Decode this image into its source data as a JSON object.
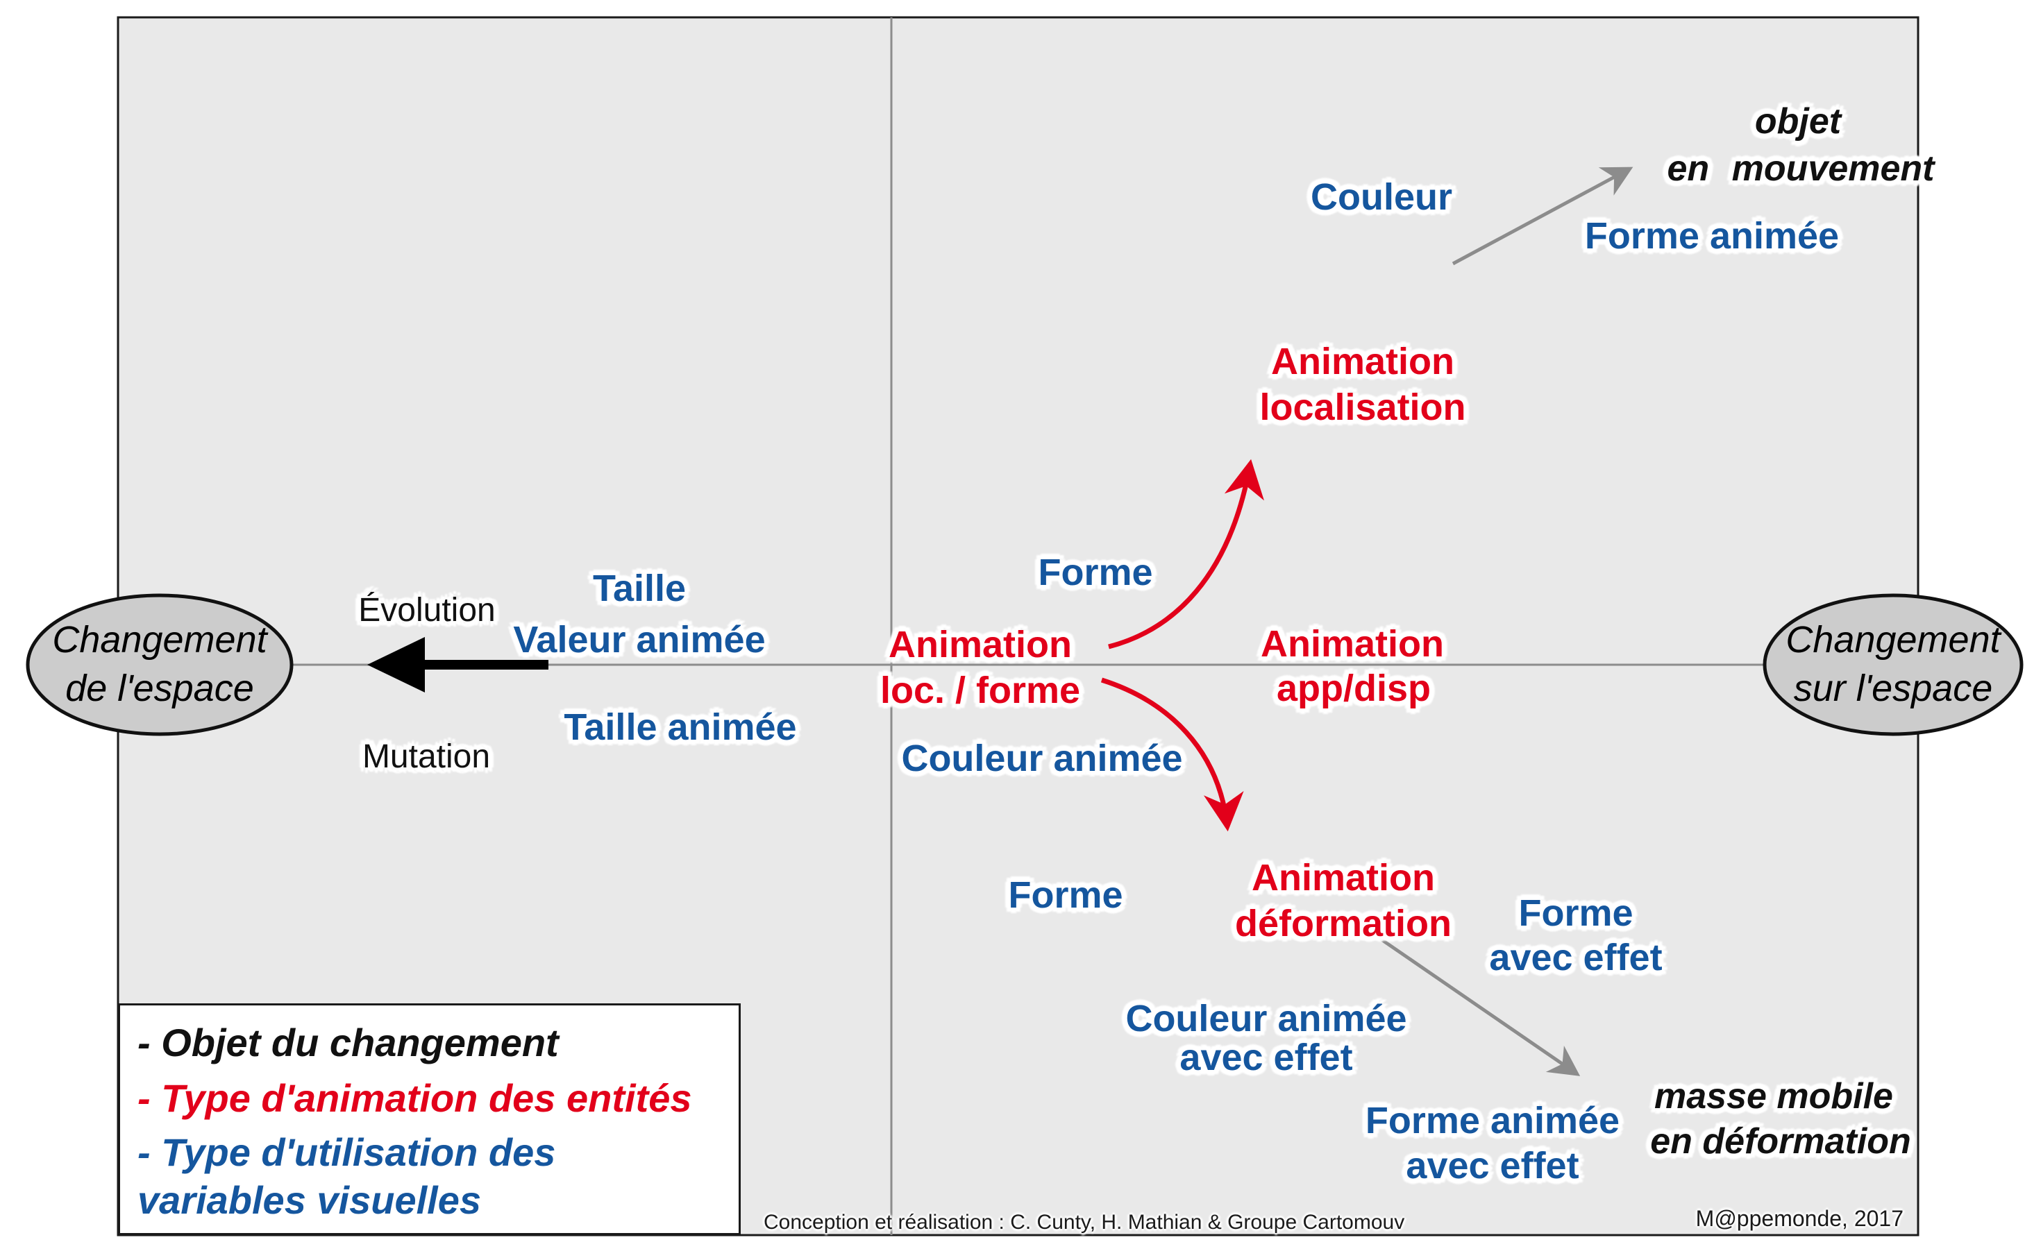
{
  "colors": {
    "red": "#e2001a",
    "blue": "#15569e",
    "ink": "#111111",
    "gray": "#8c8c8c",
    "frame_bg": "#e9e9e9",
    "node_fill": "#cccccc",
    "node_stroke": "#111111",
    "legend_bg": "#ffffff"
  },
  "nodes": {
    "left": {
      "line1": "Changement",
      "line2": "de l'espace"
    },
    "right": {
      "line1": "Changement",
      "line2": "sur l'espace"
    }
  },
  "axis_annotations": {
    "evolution": "Évolution",
    "mutation": "Mutation"
  },
  "change_objects": {
    "objet_en_mouvement": {
      "line1": "objet",
      "line2": "en mouvement"
    },
    "masse_mobile": {
      "line1": "masse mobile",
      "line2": "en déformation"
    }
  },
  "animation_types": {
    "localisation": {
      "line1": "Animation",
      "line2": "localisation"
    },
    "loc_forme": {
      "line1": "Animation",
      "line2": "loc. / forme"
    },
    "app_disp": {
      "line1": "Animation",
      "line2": "app/disp"
    },
    "deformation": {
      "line1": "Animation",
      "line2": "déformation"
    }
  },
  "visual_variables": {
    "taille": "Taille",
    "valeur_animee": "Valeur animée",
    "taille_animee": "Taille animée",
    "forme_haut": "Forme",
    "couleur": "Couleur",
    "forme_animee": "Forme animée",
    "couleur_animee": "Couleur animée",
    "forme_bas": "Forme",
    "forme_avec_effet": {
      "line1": "Forme",
      "line2": "avec effet"
    },
    "couleur_animee_avec_effet": {
      "line1": "Couleur animée",
      "line2": "avec effet"
    },
    "forme_animee_avec_effet": {
      "line1": "Forme animée",
      "line2": "avec effet"
    }
  },
  "legend": {
    "objet": "- Objet du changement",
    "type_animation": "- Type d'animation des entités",
    "type_utilisation_l1": "- Type d'utilisation des",
    "type_utilisation_l2": "variables visuelles"
  },
  "credits": {
    "conception": "Conception et réalisation : C. Cunty, H. Mathian & Groupe Cartomouv",
    "journal": "M@ppemonde, 2017"
  }
}
